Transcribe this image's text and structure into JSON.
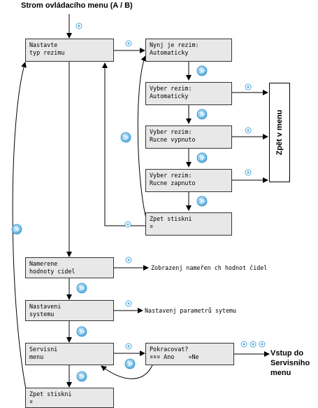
{
  "title": "Strom ovládacího menu (A / B)",
  "boxes": {
    "set_mode": "Nastavte\ntyp rezimu",
    "now_mode": "Nynj je rezim:\nAutomaticky",
    "select_auto": "Vyber rezim:\nAutomaticky",
    "select_off": "Vyber rezim:\nRucne vypnuto",
    "select_on": "Vyber rezim:\nRucne zapnuto",
    "back_inner": "Zpet stiskni\n¤",
    "measured": "Namerene\nhodnoty cidel",
    "system": "Nastaveni\nsystemu",
    "service": "Servisni\nmenu",
    "continue": "Pokracovat?\n¤¤¤ Ano    »Ne",
    "back_outer": "Zpet stiskni\n¤"
  },
  "labels": {
    "back_to_menu": "Zpět v menu",
    "measured_desc": "Zobrazenj nameřen ch hodnot čidel",
    "system_desc": "Nastavenj parametrů sytemu",
    "service_entry": "Vstup do\nServisniho\nmenu"
  },
  "icons": {
    "ok_button": "small-circle-icon",
    "next_button": "chevron-circle-icon"
  },
  "colors": {
    "box_fill": "#e8e8e8",
    "next_button": "#5ab4e6"
  }
}
